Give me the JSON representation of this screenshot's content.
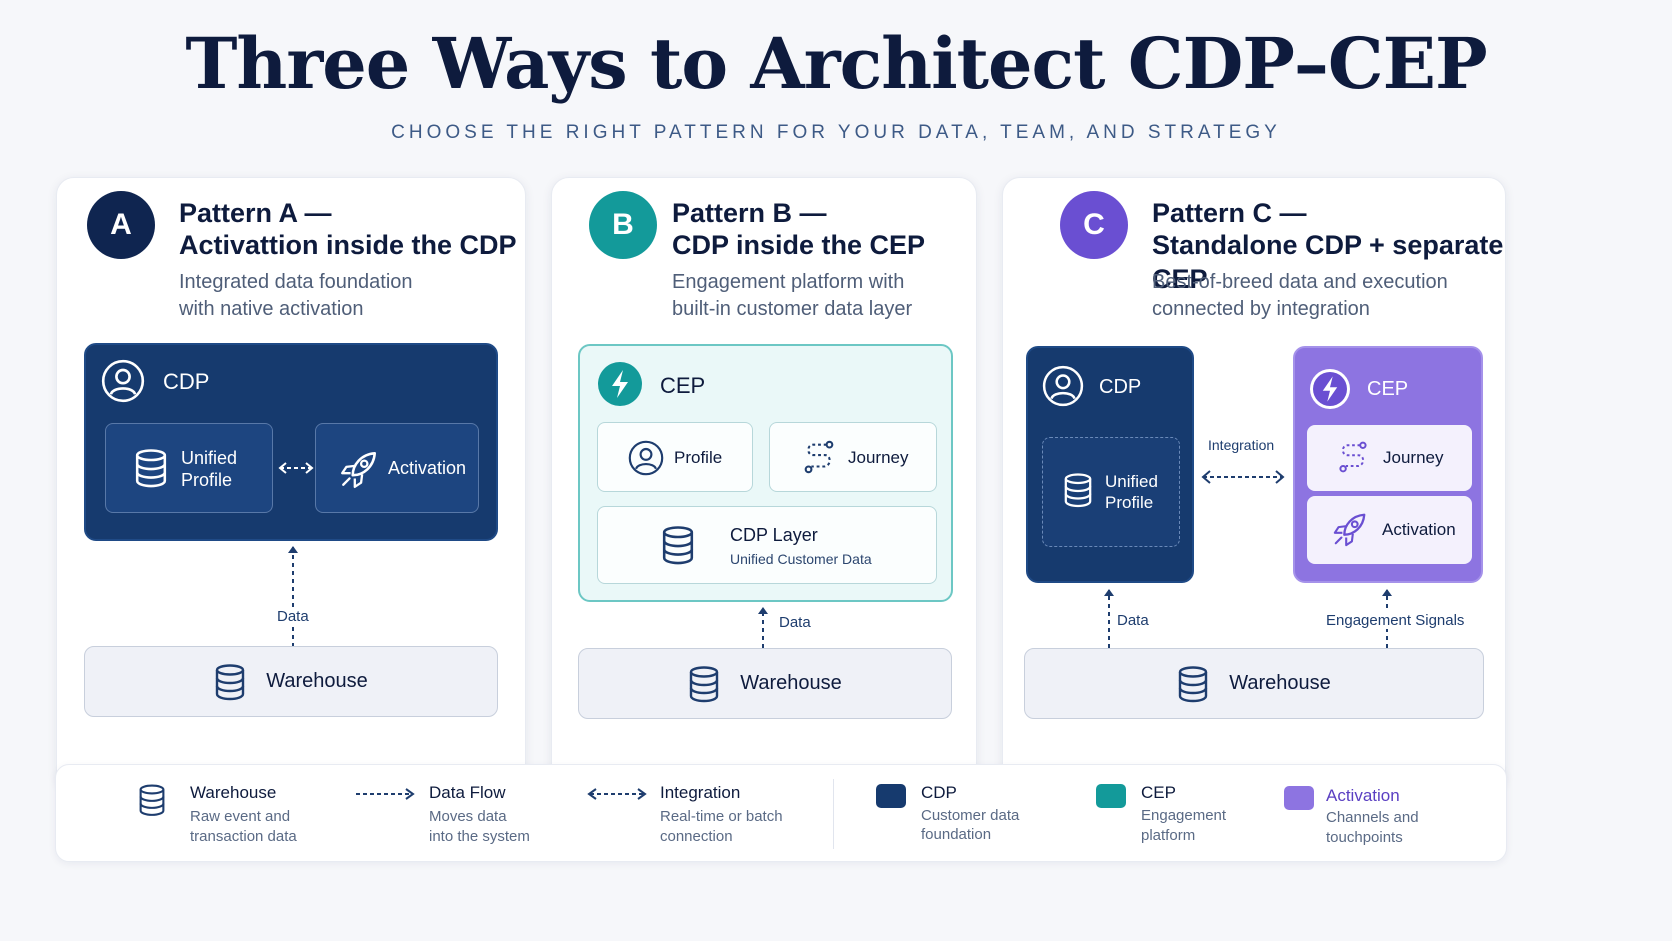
{
  "header": {
    "title": "Three Ways to Architect CDP–CEP",
    "subtitle": "CHOOSE THE RIGHT PATTERN FOR YOUR DATA, TEAM, AND STRATEGY"
  },
  "colors": {
    "navy": "#163a6e",
    "teal": "#139a9a",
    "purple": "#6a4fd2",
    "activation": "#8d74e1"
  },
  "patterns": {
    "a": {
      "badge": "A",
      "title_line1": "Pattern A —",
      "title_line2": "Activattion inside the CDP",
      "desc_line1": "Integrated data foundation",
      "desc_line2": "with native activation",
      "container": "CDP",
      "unified_1": "Unified",
      "unified_2": "Profile",
      "activation": "Activation",
      "flow": "Data",
      "warehouse": "Warehouse"
    },
    "b": {
      "badge": "B",
      "title_line1": "Pattern B —",
      "title_line2": "CDP inside the CEP",
      "desc_line1": "Engagement platform with",
      "desc_line2": "built-in customer data layer",
      "container": "CEP",
      "profile": "Profile",
      "journey": "Journey",
      "layer_title": "CDP Layer",
      "layer_sub": "Unified Customer Data",
      "flow": "Data",
      "warehouse": "Warehouse"
    },
    "c": {
      "badge": "C",
      "title_line1": "Pattern C —",
      "title_line2": "Standalone CDP + separate CEP",
      "desc_line1": "Best-of-breed data and execution",
      "desc_line2": "connected by integration",
      "cdp": "CDP",
      "cep": "CEP",
      "unified_1": "Unified",
      "unified_2": "Profile",
      "integration": "Integration",
      "journey": "Journey",
      "activation": "Activation",
      "flow_data": "Data",
      "flow_signals": "Engagement Signals",
      "warehouse": "Warehouse"
    }
  },
  "legend": {
    "warehouse": {
      "title": "Warehouse",
      "d1": "Raw event and",
      "d2": "transaction data"
    },
    "dataflow": {
      "title": "Data Flow",
      "d1": "Moves data",
      "d2": "into the system"
    },
    "integration": {
      "title": "Integration",
      "d1": "Real-time or batch",
      "d2": "connection"
    },
    "cdp": {
      "title": "CDP",
      "d1": "Customer data",
      "d2": "foundation"
    },
    "cep": {
      "title": "CEP",
      "d1": "Engagement",
      "d2": "platform"
    },
    "activation": {
      "title": "Activation",
      "d1": "Channels and",
      "d2": "touchpoints"
    }
  }
}
